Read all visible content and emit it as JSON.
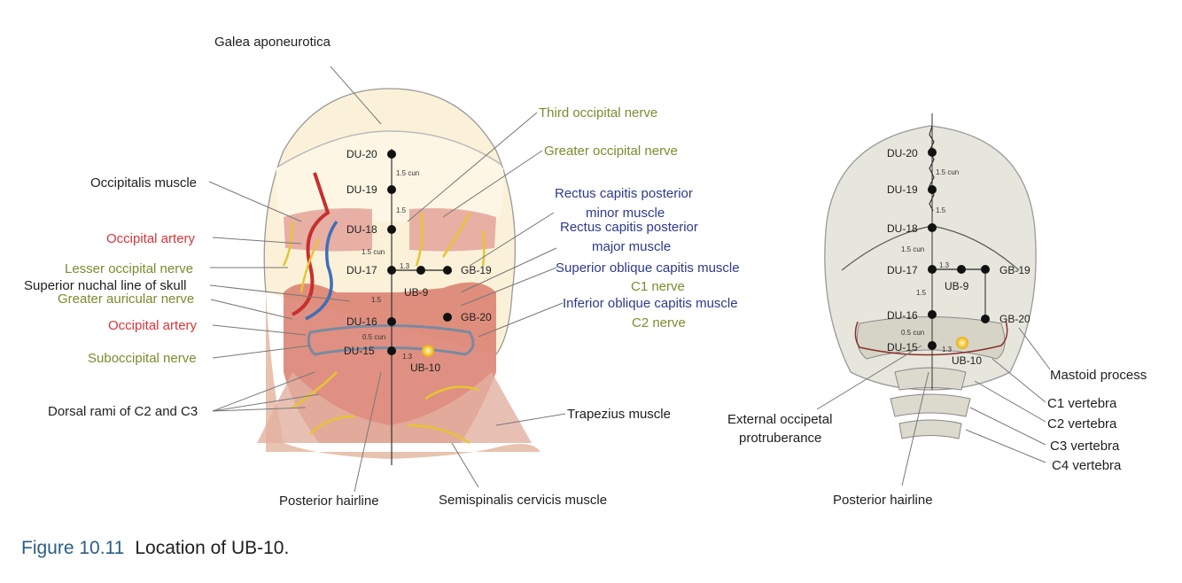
{
  "labels": {
    "galea": "Galea aponeurotica",
    "occipitalis": "Occipitalis muscle",
    "occ_artery_1": "Occipital artery",
    "lesser_occ": "Lesser occipital nerve",
    "sup_nuchal": "Superior nuchal line of skull",
    "great_aur": "Greater auricular nerve",
    "occ_artery_2": "Occipital artery",
    "suboccipital": "Suboccipital nerve",
    "dorsal_rami": "Dorsal rami of C2 and C3",
    "post_hairline_l": "Posterior hairline",
    "semispinalis": "Semispinalis cervicis muscle",
    "third_occ": "Third occipital nerve",
    "greater_occ": "Greater occipital nerve",
    "rect_minor_1": "Rectus capitis posterior",
    "rect_minor_2": "minor muscle",
    "rect_major_1": "Rectus capitis posterior",
    "rect_major_2": "major muscle",
    "sup_oblique": "Superior oblique capitis muscle",
    "c1_nerve": "C1 nerve",
    "inf_oblique": "Inferior oblique capitis muscle",
    "c2_nerve": "C2 nerve",
    "trapezius": "Trapezius muscle",
    "ext_occ_1": "External occipetal",
    "ext_occ_2": "protruberance",
    "post_hairline_r": "Posterior hairline",
    "mastoid": "Mastoid process",
    "c1_vert": "C1 vertebra",
    "c2_vert": "C2 vertebra",
    "c3_vert": "C3 vertebra",
    "c4_vert": "C4 vertebra"
  },
  "points": {
    "du20": "DU-20",
    "du19": "DU-19",
    "du18": "DU-18",
    "du17": "DU-17",
    "du16": "DU-16",
    "du15": "DU-15",
    "gb19": "GB-19",
    "gb20": "GB-20",
    "ub9": "UB-9",
    "ub10": "UB-10"
  },
  "measures": {
    "m1": "1.5 cun",
    "m2": "1.5",
    "m3": "1.5 cun",
    "m4": "1.3",
    "m5": "1.5",
    "m6": "0.5 cun",
    "m7": "1.3"
  },
  "caption": {
    "number": "Figure 10.11",
    "text": "Location of UB-10."
  },
  "colors": {
    "label_black": "#1e1e1e",
    "label_red": "#d8343a",
    "label_olive": "#7c8b2e",
    "label_blue": "#2d3a8c",
    "caption_number": "#2a5d86",
    "acupoint_highlight": "#f2c531"
  }
}
